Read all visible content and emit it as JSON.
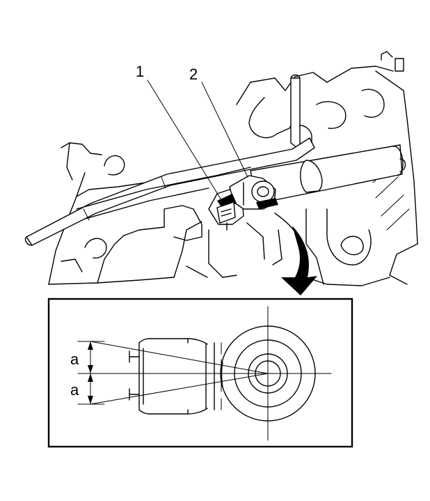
{
  "callouts": [
    {
      "label": "1"
    },
    {
      "label": "2"
    }
  ],
  "detail": {
    "dimension_upper": "a",
    "dimension_lower": "a"
  }
}
